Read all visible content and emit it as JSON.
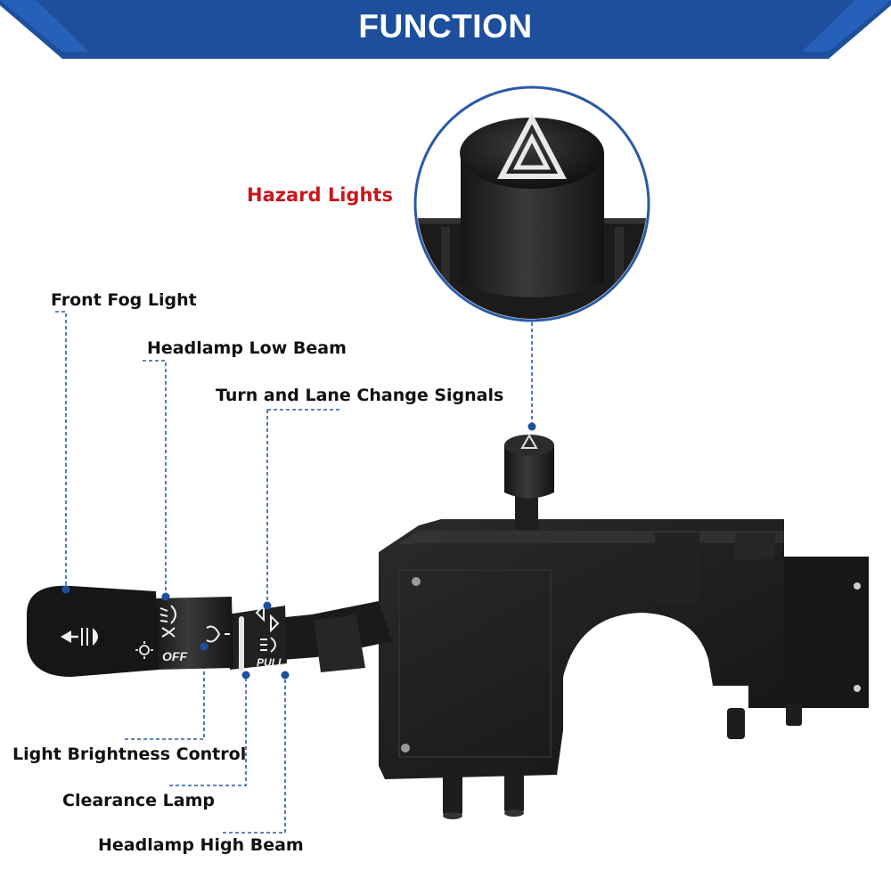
{
  "header": {
    "title": "FUNCTION"
  },
  "callouts": {
    "hazard_lights": "Hazard Lights",
    "front_fog_light": "Front Fog Light",
    "headlamp_low_beam": "Headlamp Low Beam",
    "turn_lane_change": "Turn and Lane Change Signals",
    "light_brightness": "Light Brightness Control",
    "clearance_lamp": "Clearance Lamp",
    "headlamp_high_beam": "Headlamp High Beam"
  },
  "stalk_markings": {
    "off": "OFF",
    "pull": "PULL"
  },
  "colors": {
    "banner": "#1d4f9c",
    "banner_stripe": "#2f6fd0",
    "callout_line": "#2a5aa8",
    "callout_dot": "#1d4f9c",
    "hazard_text": "#c8171e",
    "part_body": "#1c1c1c"
  },
  "icons": {
    "stalk_tip": "front-fog-light-icon",
    "low_beam": "headlamp-low-beam-icon",
    "clearance": "clearance-lamp-icon",
    "brightness": "dimmer-icon",
    "turn": "turn-signal-arrows-icon",
    "high_beam": "headlamp-high-beam-icon",
    "hazard": "hazard-triangle-icon"
  }
}
